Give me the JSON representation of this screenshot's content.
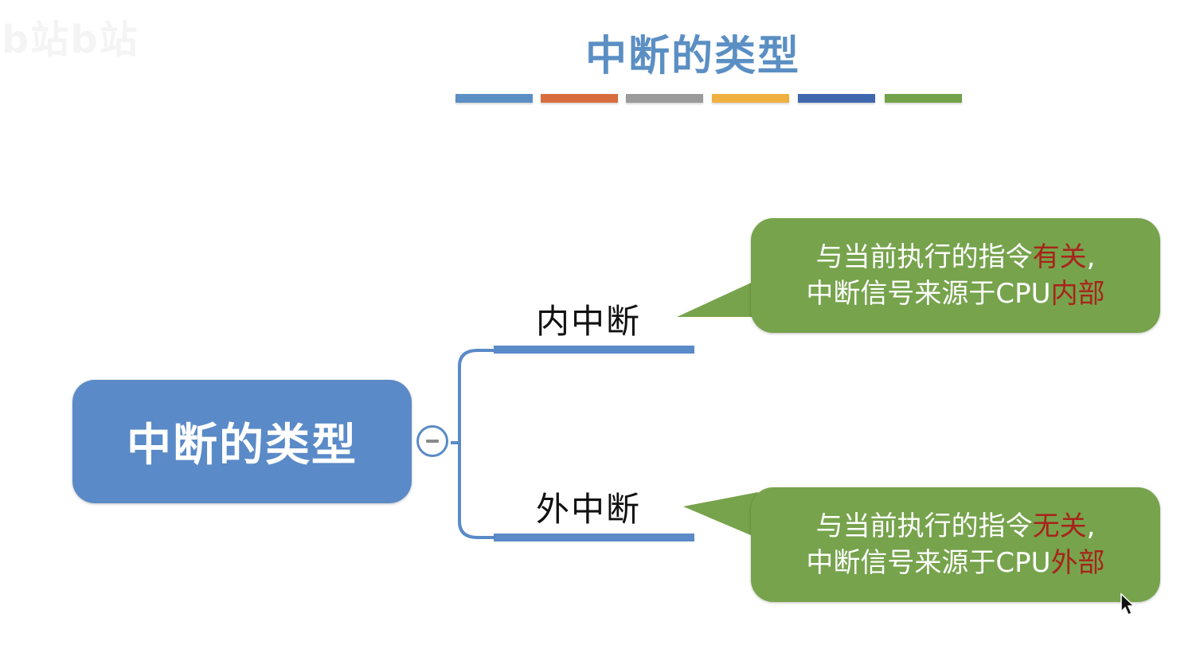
{
  "watermark": {
    "text": "b站b站",
    "icon": "bilibili-watermark-icon"
  },
  "page_title": "中断的类型",
  "color_strip": [
    "#5b8fc4",
    "#d86e3e",
    "#9b9b9b",
    "#f0b040",
    "#3f67ad",
    "#73a24a"
  ],
  "root_node": {
    "label": "中断的类型",
    "color": "#5a8ac7"
  },
  "collapse_icon": "minus-circle-icon",
  "branches": [
    {
      "label": "内中断",
      "callout": {
        "line1_prefix": "与当前执行的指令",
        "line1_highlight": "有关",
        "line1_suffix": ",",
        "line2_prefix": "中断信号来源于CPU",
        "line2_highlight": "内部"
      }
    },
    {
      "label": "外中断",
      "callout": {
        "line1_prefix": "与当前执行的指令",
        "line1_highlight": "无关",
        "line1_suffix": ",",
        "line2_prefix": "中断信号来源于CPU",
        "line2_highlight": "外部"
      }
    }
  ],
  "colors": {
    "connector": "#5a8ac7",
    "callout": "#76a34c",
    "highlight": "#a8231a"
  },
  "cursor_icon": "mouse-pointer-icon"
}
